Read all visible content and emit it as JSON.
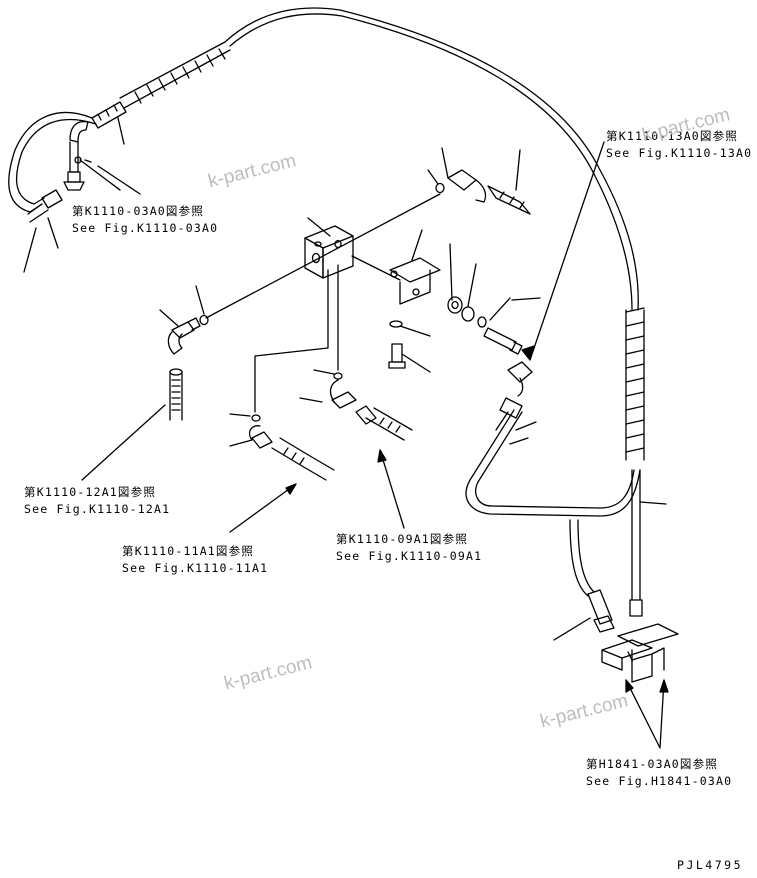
{
  "references": [
    {
      "jp": "第K1110-03A0図参照",
      "en": "See Fig.K1110-03A0"
    },
    {
      "jp": "第K1110-13A0図参照",
      "en": "See Fig.K1110-13A0"
    },
    {
      "jp": "第K1110-12A1図参照",
      "en": "See Fig.K1110-12A1"
    },
    {
      "jp": "第K1110-11A1図参照",
      "en": "See Fig.K1110-11A1"
    },
    {
      "jp": "第K1110-09A1図参照",
      "en": "See Fig.K1110-09A1"
    },
    {
      "jp": "第H1841-03A0図参照",
      "en": "See Fig.H1841-03A0"
    }
  ],
  "watermark": "k-part.com",
  "drawing_code": "PJL4795"
}
